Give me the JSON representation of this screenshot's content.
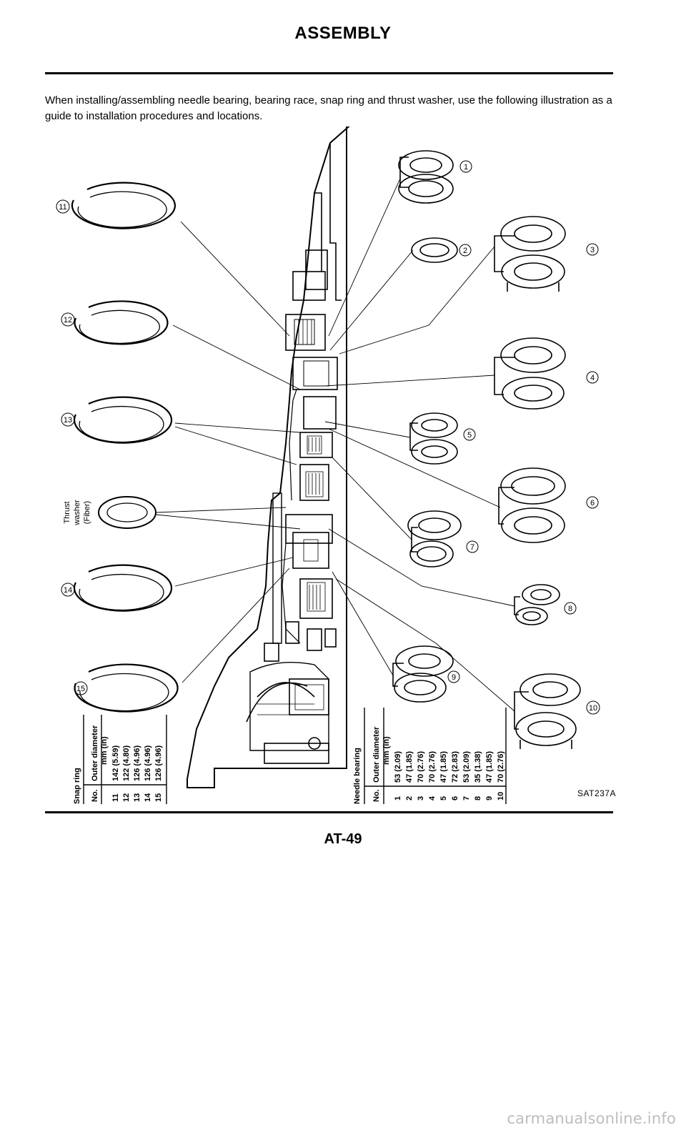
{
  "page": {
    "title": "ASSEMBLY",
    "intro": "When installing/assembling needle bearing, bearing race, snap ring and thrust washer, use the following illustration as a guide to installation procedures and locations.",
    "figure_code": "SAT237A",
    "page_number": "AT-49",
    "footer_site": "carmanualsonline.info"
  },
  "callouts": {
    "c1": "1",
    "c2": "2",
    "c3": "3",
    "c4": "4",
    "c5": "5",
    "c6": "6",
    "c7": "7",
    "c8": "8",
    "c9": "9",
    "c10": "10",
    "c11": "11",
    "c12": "12",
    "c13": "13",
    "c14": "14",
    "c15": "15"
  },
  "thrust_washer": {
    "line1": "Thrust",
    "line2": "washer",
    "line3": "(Fiber)"
  },
  "snap_ring_table": {
    "title": "Snap ring",
    "col_no": "No.",
    "col_dia_1": "Outer diameter",
    "col_dia_2": "mm (in)",
    "rows": [
      {
        "no": "11",
        "dia": "142 (5.59)"
      },
      {
        "no": "12",
        "dia": "122 (4.80)"
      },
      {
        "no": "13",
        "dia": "126 (4.96)"
      },
      {
        "no": "14",
        "dia": "126 (4.96)"
      },
      {
        "no": "15",
        "dia": "126 (4.96)"
      }
    ]
  },
  "needle_bearing_table": {
    "title": "Needle bearing",
    "col_no": "No.",
    "col_dia_1": "Outer diameter",
    "col_dia_2": "mm (in)",
    "rows": [
      {
        "no": "1",
        "dia": "53 (2.09)"
      },
      {
        "no": "2",
        "dia": "47 (1.85)"
      },
      {
        "no": "3",
        "dia": "70 (2.76)"
      },
      {
        "no": "4",
        "dia": "70 (2.76)"
      },
      {
        "no": "5",
        "dia": "47 (1.85)"
      },
      {
        "no": "6",
        "dia": "72 (2.83)"
      },
      {
        "no": "7",
        "dia": "53 (2.09)"
      },
      {
        "no": "8",
        "dia": "35 (1.38)"
      },
      {
        "no": "9",
        "dia": "47 (1.85)"
      },
      {
        "no": "10",
        "dia": "70 (2.76)"
      }
    ]
  }
}
